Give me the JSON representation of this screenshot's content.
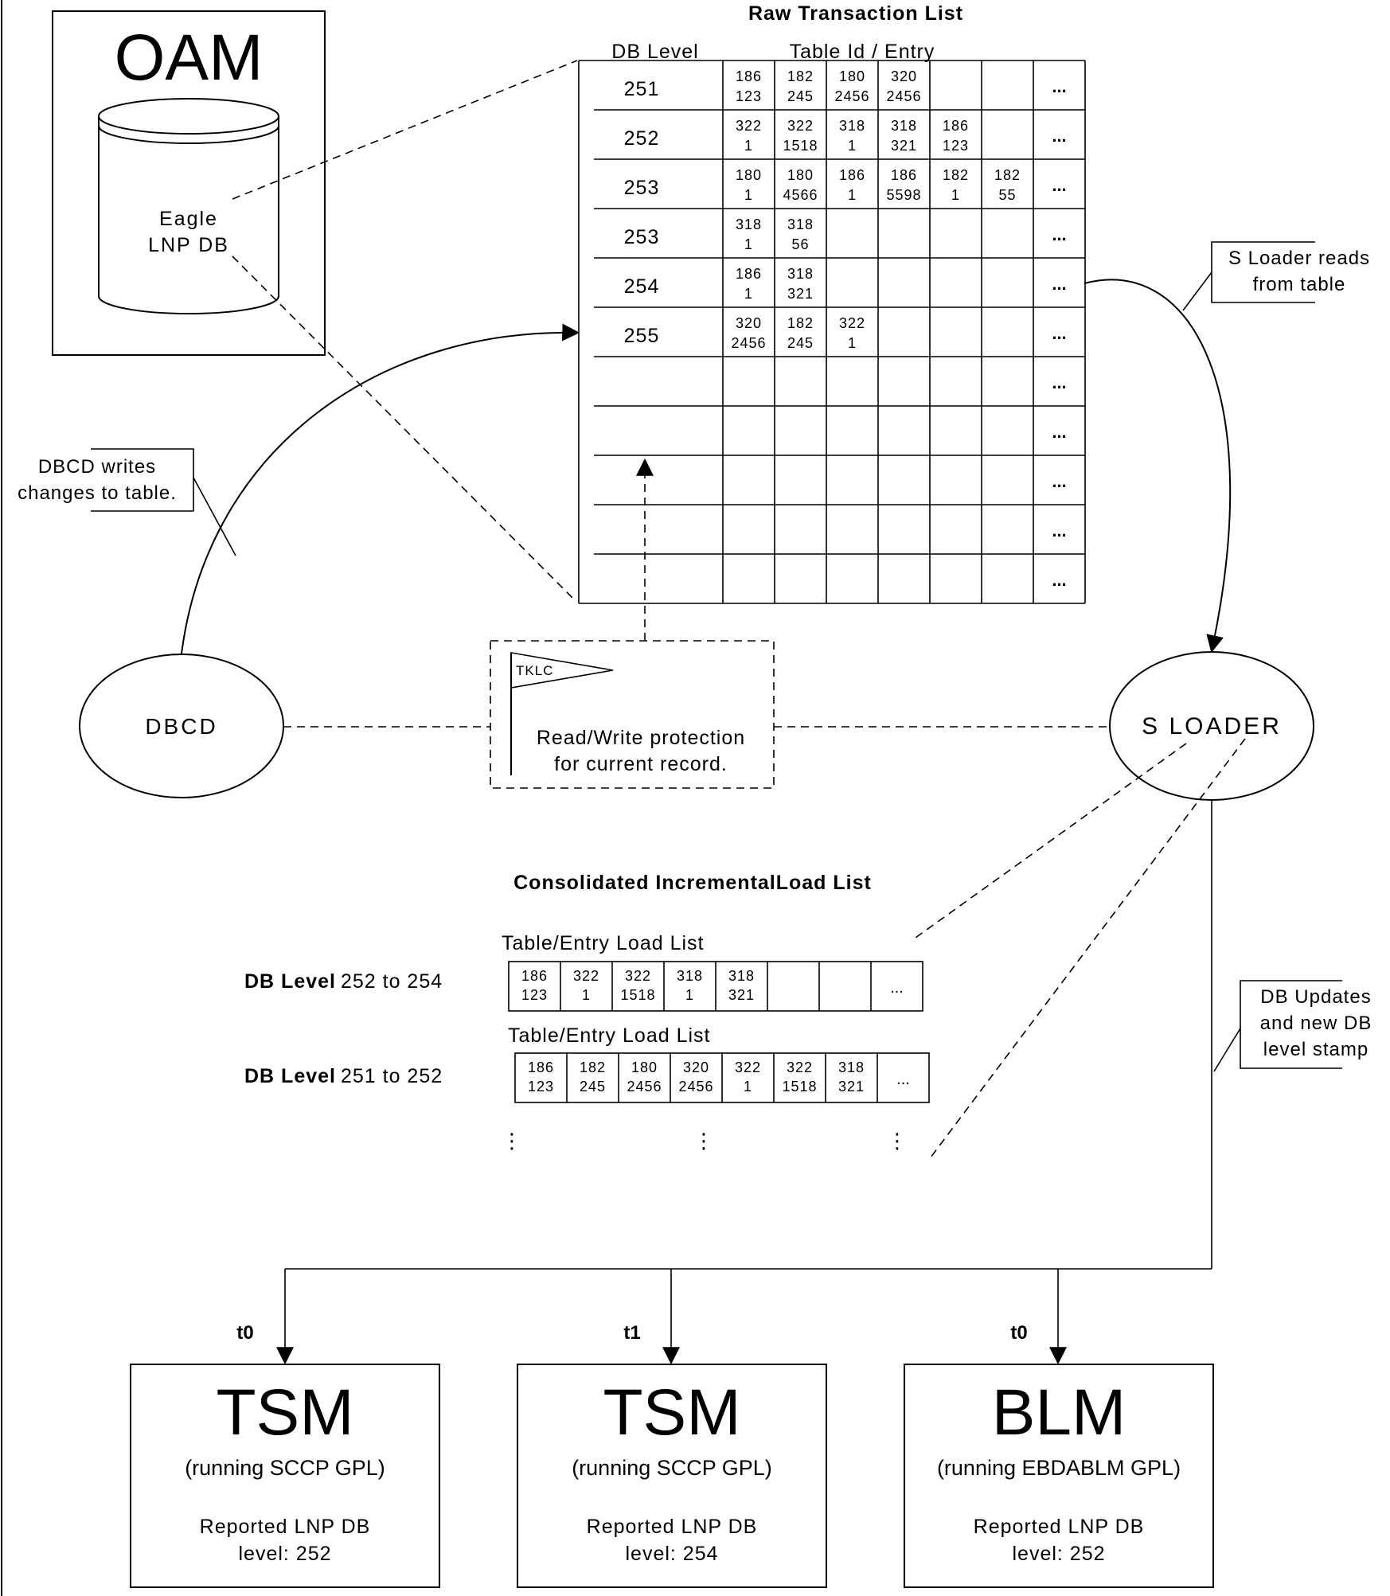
{
  "oam": {
    "title": "OAM",
    "db_line1": "Eagle",
    "db_line2": "LNP DB"
  },
  "raw_list": {
    "title": "Raw  Transaction List",
    "col_db_level": "DB Level",
    "col_table": "Table Id / Entry",
    "ellipsis": "...",
    "rows": [
      {
        "level": "251",
        "cells": [
          [
            "186",
            "123"
          ],
          [
            "182",
            "245"
          ],
          [
            "180",
            "2456"
          ],
          [
            "320",
            "2456"
          ]
        ]
      },
      {
        "level": "252",
        "cells": [
          [
            "322",
            "1"
          ],
          [
            "322",
            "1518"
          ],
          [
            "318",
            "1"
          ],
          [
            "318",
            "321"
          ],
          [
            "186",
            "123"
          ]
        ]
      },
      {
        "level": "253",
        "cells": [
          [
            "180",
            "1"
          ],
          [
            "180",
            "4566"
          ],
          [
            "186",
            "1"
          ],
          [
            "186",
            "5598"
          ],
          [
            "182",
            "1"
          ],
          [
            "182",
            "55"
          ]
        ]
      },
      {
        "level": "253",
        "cells": [
          [
            "318",
            "1"
          ],
          [
            "318",
            "56"
          ]
        ]
      },
      {
        "level": "254",
        "cells": [
          [
            "186",
            "1"
          ],
          [
            "318",
            "321"
          ]
        ]
      },
      {
        "level": "255",
        "cells": [
          [
            "320",
            "2456"
          ],
          [
            "182",
            "245"
          ],
          [
            "322",
            "1"
          ]
        ]
      },
      {
        "level": "",
        "cells": []
      },
      {
        "level": "",
        "cells": []
      },
      {
        "level": "",
        "cells": []
      },
      {
        "level": "",
        "cells": []
      },
      {
        "level": "",
        "cells": []
      }
    ]
  },
  "notes": {
    "dbcd_writes_1": "DBCD writes",
    "dbcd_writes_2": "changes to table.",
    "sloader_reads_1": "S Loader reads",
    "sloader_reads_2": "from table",
    "db_updates_1": "DB Updates",
    "db_updates_2": "and new DB",
    "db_updates_3": "level stamp"
  },
  "dbcd": {
    "label": "DBCD"
  },
  "sloader": {
    "label": "S LOADER"
  },
  "protection": {
    "flag": "TKLC",
    "line1": "Read/Write protection",
    "line2": "for current record."
  },
  "consolidated": {
    "title": "Consolidated IncrementalLoad List",
    "lists": [
      {
        "header": "Table/Entry Load List",
        "level_bold": "DB Level",
        "level_range": "252 to 254",
        "cells": [
          [
            "186",
            "123"
          ],
          [
            "322",
            "1"
          ],
          [
            "322",
            "1518"
          ],
          [
            "318",
            "1"
          ],
          [
            "318",
            "321"
          ],
          [
            "",
            ""
          ],
          [
            "",
            ""
          ],
          [
            "...",
            ""
          ]
        ]
      },
      {
        "header": "Table/Entry Load List",
        "level_bold": "DB Level",
        "level_range": "251 to 252",
        "cells": [
          [
            "186",
            "123"
          ],
          [
            "182",
            "245"
          ],
          [
            "180",
            "2456"
          ],
          [
            "320",
            "2456"
          ],
          [
            "322",
            "1"
          ],
          [
            "322",
            "1518"
          ],
          [
            "318",
            "321"
          ],
          [
            "...",
            ""
          ]
        ]
      }
    ],
    "vellipsis": "⋮"
  },
  "modules": [
    {
      "time": "t0",
      "name": "TSM",
      "gpl": "(running SCCP GPL)",
      "reported": "Reported LNP DB",
      "level": "level: 252"
    },
    {
      "time": "t1",
      "name": "TSM",
      "gpl": "(running SCCP GPL)",
      "reported": "Reported LNP DB",
      "level": "level: 254"
    },
    {
      "time": "t0",
      "name": "BLM",
      "gpl": "(running EBDABLM GPL)",
      "reported": "Reported LNP DB",
      "level": "level: 252"
    }
  ]
}
